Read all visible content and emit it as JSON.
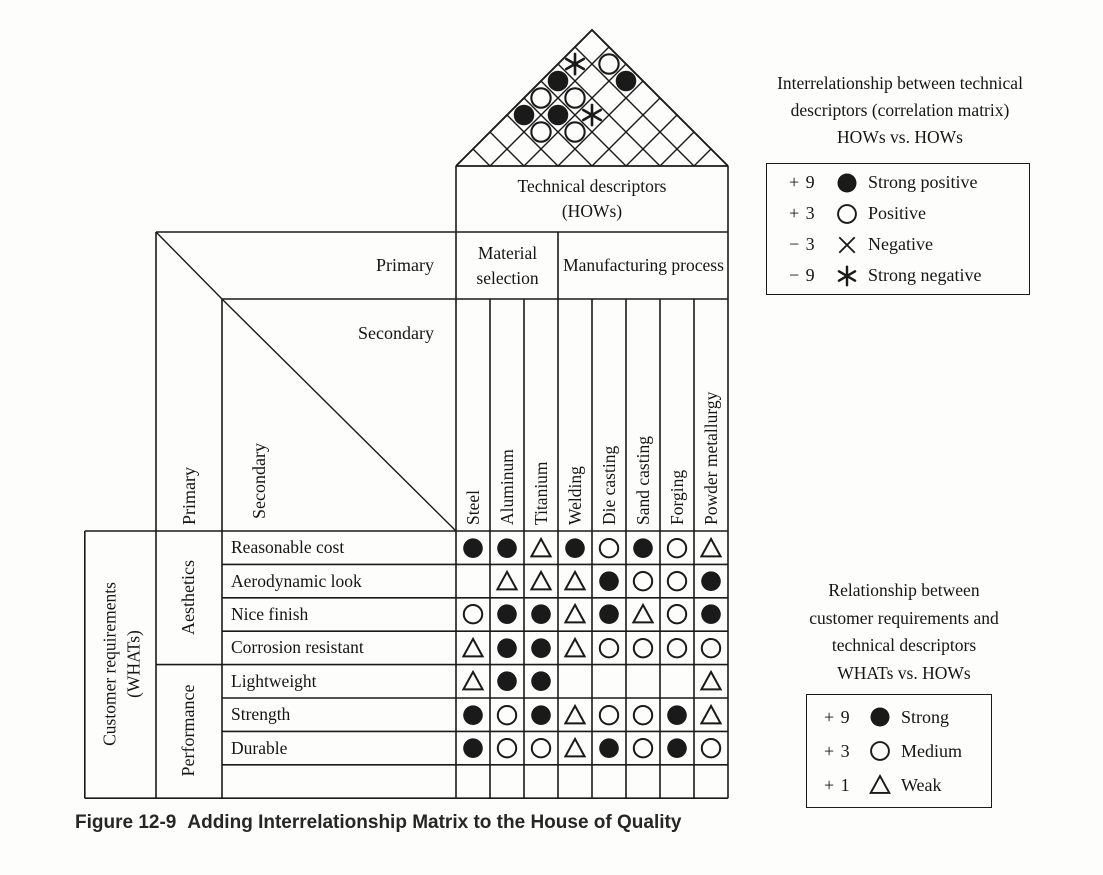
{
  "figure": {
    "caption_prefix": "Figure 12-9",
    "caption_text": "Adding Interrelationship Matrix to the House of Quality"
  },
  "house": {
    "tech_header_line1": "Technical descriptors",
    "tech_header_line2": "(HOWs)",
    "primary_label": "Primary",
    "secondary_label": "Secondary",
    "primary_rotated": "Primary",
    "secondary_rotated": "Secondary",
    "groups": [
      {
        "label": "Material selection",
        "span": 3
      },
      {
        "label": "Manufacturing process",
        "span": 5
      }
    ],
    "columns": [
      "Steel",
      "Aluminum",
      "Titanium",
      "Welding",
      "Die casting",
      "Sand casting",
      "Forging",
      "Powder metallurgy"
    ],
    "left_outer_label_line1": "Customer requirements",
    "left_outer_label_line2": "(WHATs)",
    "row_groups": [
      {
        "label": "Aesthetics",
        "rows": 4
      },
      {
        "label": "Performance",
        "rows": 4
      }
    ],
    "rows": [
      {
        "label": "Reasonable cost",
        "cells": [
          "strong",
          "strong",
          "weak",
          "strong",
          "medium",
          "strong",
          "medium",
          "weak"
        ]
      },
      {
        "label": "Aerodynamic look",
        "cells": [
          "",
          "weak",
          "weak",
          "weak",
          "strong",
          "medium",
          "medium",
          "strong"
        ]
      },
      {
        "label": "Nice finish",
        "cells": [
          "medium",
          "strong",
          "strong",
          "weak",
          "strong",
          "weak",
          "medium",
          "strong"
        ]
      },
      {
        "label": "Corrosion resistant",
        "cells": [
          "weak",
          "strong",
          "strong",
          "weak",
          "medium",
          "medium",
          "medium",
          "medium"
        ]
      },
      {
        "label": "Lightweight",
        "cells": [
          "weak",
          "strong",
          "strong",
          "",
          "",
          "",
          "",
          "weak"
        ]
      },
      {
        "label": "Strength",
        "cells": [
          "strong",
          "medium",
          "strong",
          "weak",
          "medium",
          "medium",
          "strong",
          "weak"
        ]
      },
      {
        "label": "Durable",
        "cells": [
          "strong",
          "medium",
          "medium",
          "weak",
          "strong",
          "medium",
          "strong",
          "medium"
        ]
      },
      {
        "label": "",
        "cells": [
          "",
          "",
          "",
          "",
          "",
          "",
          "",
          ""
        ]
      }
    ],
    "roof_correlations": [
      {
        "col_a": "Steel",
        "col_b": "Welding",
        "a": 1,
        "b": 4,
        "type": "strong-positive"
      },
      {
        "col_a": "Steel",
        "col_b": "Die casting",
        "a": 1,
        "b": 5,
        "type": "positive"
      },
      {
        "col_a": "Steel",
        "col_b": "Sand casting",
        "a": 1,
        "b": 6,
        "type": "strong-positive"
      },
      {
        "col_a": "Steel",
        "col_b": "Forging",
        "a": 1,
        "b": 7,
        "type": "strong-negative"
      },
      {
        "col_a": "Aluminum",
        "col_b": "Welding",
        "a": 2,
        "b": 4,
        "type": "positive"
      },
      {
        "col_a": "Aluminum",
        "col_b": "Die casting",
        "a": 2,
        "b": 5,
        "type": "strong-positive"
      },
      {
        "col_a": "Aluminum",
        "col_b": "Sand casting",
        "a": 2,
        "b": 6,
        "type": "positive"
      },
      {
        "col_a": "Aluminum",
        "col_b": "Powder metallurgy",
        "a": 2,
        "b": 8,
        "type": "positive"
      },
      {
        "col_a": "Titanium",
        "col_b": "Die casting",
        "a": 3,
        "b": 5,
        "type": "positive"
      },
      {
        "col_a": "Titanium",
        "col_b": "Sand casting",
        "a": 3,
        "b": 6,
        "type": "strong-negative"
      },
      {
        "col_a": "Titanium",
        "col_b": "Powder metallurgy",
        "a": 3,
        "b": 8,
        "type": "strong-positive"
      }
    ]
  },
  "legend_top": {
    "title_lines": [
      "Interrelationship between technical",
      "descriptors (correlation matrix)",
      "HOWs vs. HOWs"
    ],
    "items": [
      {
        "value": "+ 9",
        "symbol": "filled-circle",
        "label": "Strong positive"
      },
      {
        "value": "+ 3",
        "symbol": "open-circle",
        "label": "Positive"
      },
      {
        "value": "− 3",
        "symbol": "cross",
        "label": "Negative"
      },
      {
        "value": "− 9",
        "symbol": "asterisk",
        "label": "Strong negative"
      }
    ]
  },
  "legend_bottom": {
    "title_lines": [
      "Relationship between",
      "customer requirements and",
      "technical descriptors",
      "WHATs vs. HOWs"
    ],
    "items": [
      {
        "value": "+ 9",
        "symbol": "filled-circle",
        "label": "Strong"
      },
      {
        "value": "+ 3",
        "symbol": "open-circle",
        "label": "Medium"
      },
      {
        "value": "+ 1",
        "symbol": "open-triangle",
        "label": "Weak"
      }
    ]
  }
}
